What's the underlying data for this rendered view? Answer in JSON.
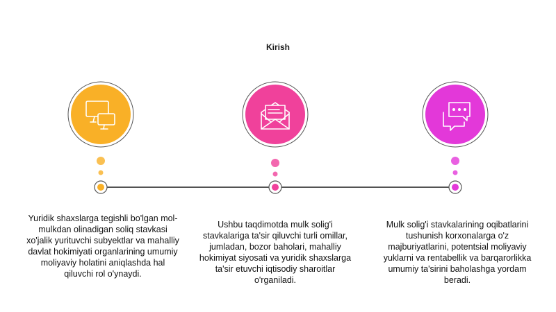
{
  "title": "Kirish",
  "colors": {
    "step1": "#F9B027",
    "step2": "#F0419B",
    "step3": "#E338D9",
    "line": "#1a1a1a",
    "node_fill": "#ffffff"
  },
  "steps": [
    {
      "icon": "computer-monitors-icon",
      "color": "#F9B027",
      "text": "Yuridik shaxslarga tegishli bo'lgan mol-mulkdan olinadigan soliq stavkasi xo'jalik yurituvchi subyektlar va mahalliy davlat hokimiyati organlarining umumiy moliyaviy holatini aniqlashda hal qiluvchi rol o'ynaydi."
    },
    {
      "icon": "open-envelope-icon",
      "color": "#F0419B",
      "text": "Ushbu taqdimotda mulk solig'i stavkalariga ta'sir qiluvchi turli omillar, jumladan, bozor baholari, mahalliy hokimiyat siyosati va yuridik shaxslarga ta'sir etuvchi iqtisodiy sharoitlar o'rganiladi."
    },
    {
      "icon": "chat-bubbles-icon",
      "color": "#E338D9",
      "text": "Mulk solig'i stavkalarining oqibatlarini tushunish korxonalarga o'z majburiyatlarini, potentsial moliyaviy yuklarni va rentabellik va barqarorlikka umumiy ta'sirini baholashga yordam beradi."
    }
  ]
}
